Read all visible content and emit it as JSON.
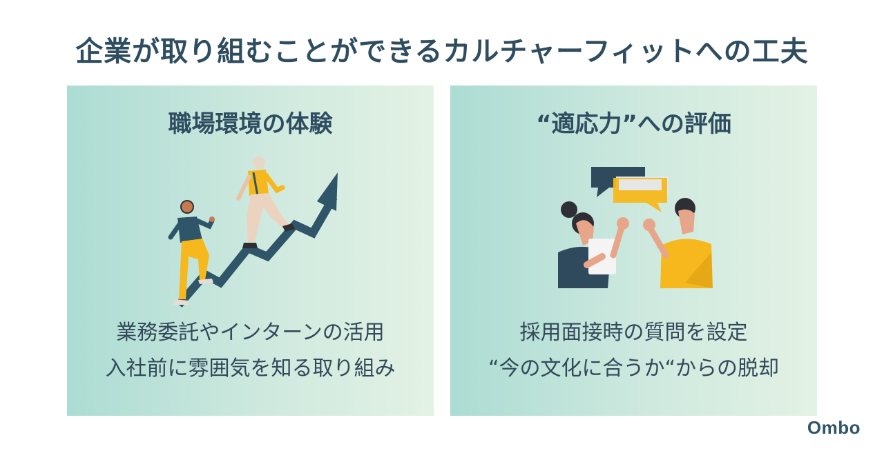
{
  "title": "企業が取り組むことができるカルチャーフィットへの工夫",
  "cards": [
    {
      "heading": "職場環境の体験",
      "illustration_icon": "climbing-arrow-icon",
      "lines": [
        "業務委託やインターンの活用",
        "入社前に雰囲気を知る取り組み"
      ]
    },
    {
      "heading": "“適応力”への評価",
      "illustration_icon": "interview-chat-icon",
      "lines": [
        "採用面接時の質問を設定",
        "“今の文化に合うか“からの脱却"
      ]
    }
  ],
  "logo": "Ombo",
  "colors": {
    "title": "#2f4d60",
    "card_gradient_start": "#acdcd3",
    "card_gradient_end": "#e3f2e4",
    "accent_yellow": "#f6b81c",
    "accent_navy": "#2f4a5c"
  }
}
